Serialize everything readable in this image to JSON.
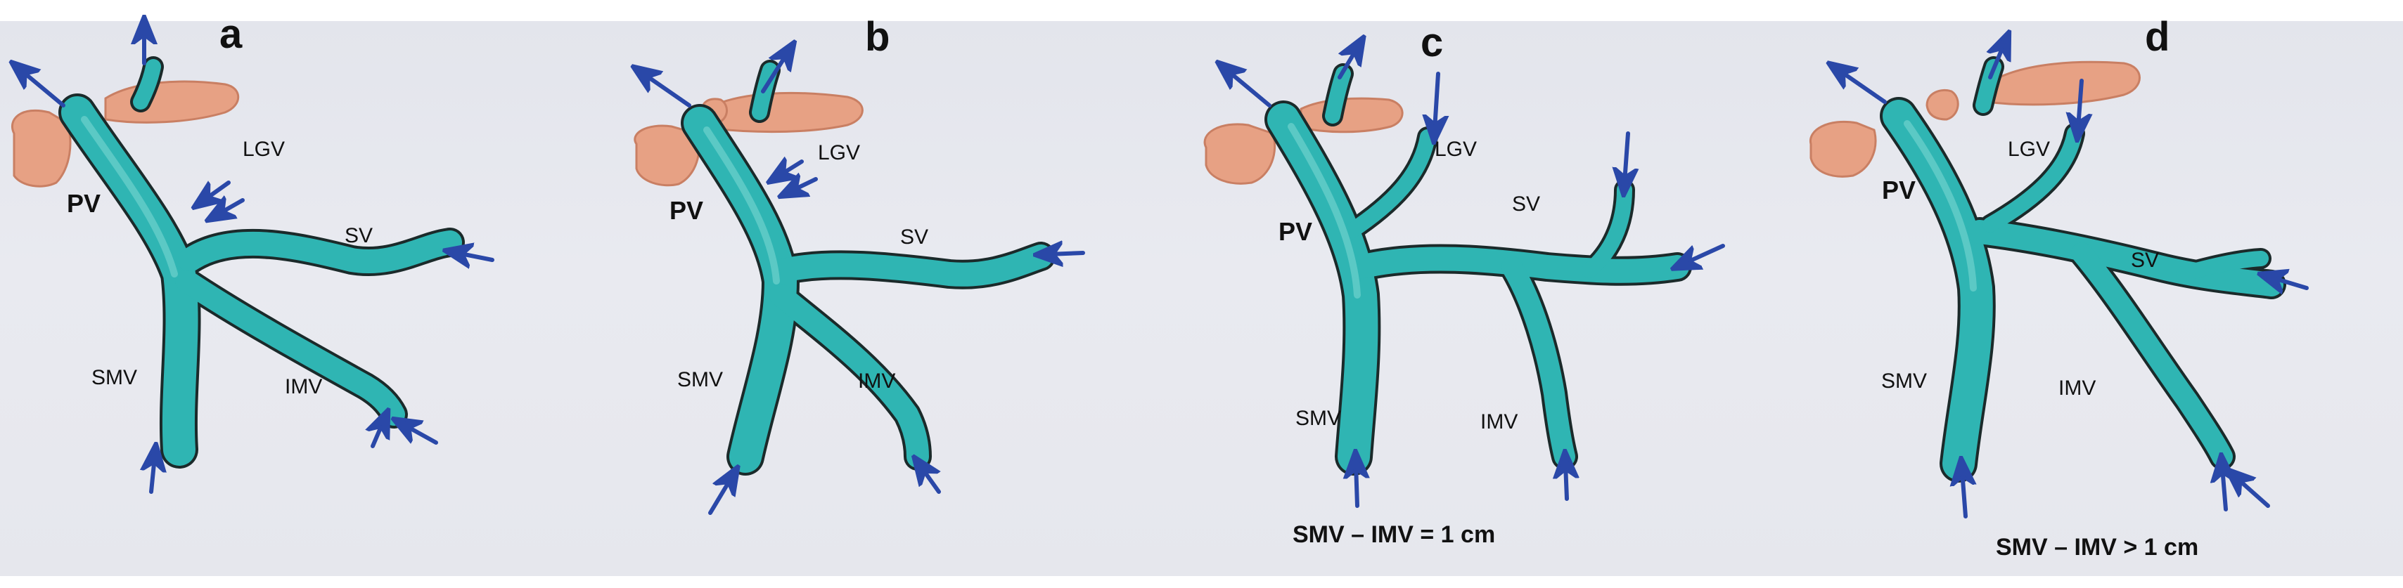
{
  "panels": [
    {
      "letter": "a",
      "labels": {
        "pv": "PV",
        "lgv": "LGV",
        "sv": "SV",
        "smv": "SMV",
        "imv": "IMV"
      },
      "caption": ""
    },
    {
      "letter": "b",
      "labels": {
        "pv": "PV",
        "lgv": "LGV",
        "sv": "SV",
        "smv": "SMV",
        "imv": "IMV"
      },
      "caption": ""
    },
    {
      "letter": "c",
      "labels": {
        "pv": "PV",
        "lgv": "LGV",
        "sv": "SV",
        "smv": "SMV",
        "imv": "IMV"
      },
      "caption": "SMV – IMV = 1 cm"
    },
    {
      "letter": "d",
      "labels": {
        "pv": "PV",
        "lgv": "LGV",
        "sv": "SV",
        "smv": "SMV",
        "imv": "IMV"
      },
      "caption": "SMV – IMV > 1 cm"
    }
  ],
  "colors": {
    "background": "#e6e7ed",
    "vein": "#2fb5b3",
    "vein_outline": "#1b2a2a",
    "pancreas": "#e7a184",
    "flow_arrow": "#2a48a8"
  },
  "icons": [
    "flow-arrow-icon"
  ]
}
